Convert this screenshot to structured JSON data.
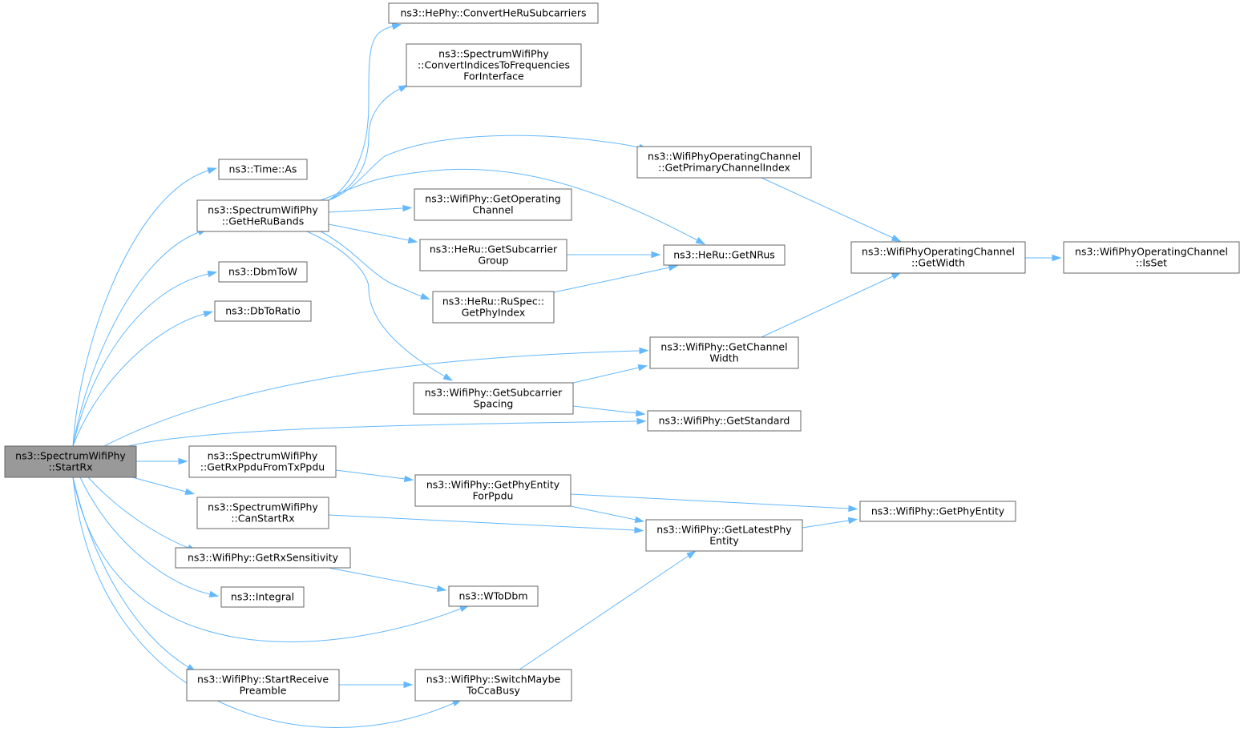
{
  "diagram": {
    "nodes": [
      {
        "id": "startrx",
        "lines": [
          "ns3::SpectrumWifiPhy",
          "::StartRx"
        ],
        "highlight": true
      },
      {
        "id": "time_as",
        "lines": [
          "ns3::Time::As"
        ]
      },
      {
        "id": "getherubands",
        "lines": [
          "ns3::SpectrumWifiPhy",
          "::GetHeRuBands"
        ]
      },
      {
        "id": "dbmtow",
        "lines": [
          "ns3::DbmToW"
        ]
      },
      {
        "id": "dbtoratio",
        "lines": [
          "ns3::DbToRatio"
        ]
      },
      {
        "id": "getrxppdu",
        "lines": [
          "ns3::SpectrumWifiPhy",
          "::GetRxPpduFromTxPpdu"
        ]
      },
      {
        "id": "canstartrx",
        "lines": [
          "ns3::SpectrumWifiPhy",
          "::CanStartRx"
        ]
      },
      {
        "id": "getrxsens",
        "lines": [
          "ns3::WifiPhy::GetRxSensitivity"
        ]
      },
      {
        "id": "integral",
        "lines": [
          "ns3::Integral"
        ]
      },
      {
        "id": "startrecvpre",
        "lines": [
          "ns3::WifiPhy::StartReceive",
          "Preamble"
        ]
      },
      {
        "id": "convertherusub",
        "lines": [
          "ns3::HePhy::ConvertHeRuSubcarriers"
        ]
      },
      {
        "id": "convertindices",
        "lines": [
          "ns3::SpectrumWifiPhy",
          "::ConvertIndicesToFrequencies",
          "ForInterface"
        ]
      },
      {
        "id": "getoperating",
        "lines": [
          "ns3::WifiPhy::GetOperating",
          "Channel"
        ]
      },
      {
        "id": "getsubgroup",
        "lines": [
          "ns3::HeRu::GetSubcarrier",
          "Group"
        ]
      },
      {
        "id": "getphyindex",
        "lines": [
          "ns3::HeRu::RuSpec::",
          "GetPhyIndex"
        ]
      },
      {
        "id": "getsubspacing",
        "lines": [
          "ns3::WifiPhy::GetSubcarrier",
          "Spacing"
        ]
      },
      {
        "id": "getphyentppdu",
        "lines": [
          "ns3::WifiPhy::GetPhyEntity",
          "ForPpdu"
        ]
      },
      {
        "id": "wtodbm",
        "lines": [
          "ns3::WToDbm"
        ]
      },
      {
        "id": "switchcca",
        "lines": [
          "ns3::WifiPhy::SwitchMaybe",
          "ToCcaBusy"
        ]
      },
      {
        "id": "getprimidx",
        "lines": [
          "ns3::WifiPhyOperatingChannel",
          "::GetPrimaryChannelIndex"
        ]
      },
      {
        "id": "getnrus",
        "lines": [
          "ns3::HeRu::GetNRus"
        ]
      },
      {
        "id": "getchanwidth",
        "lines": [
          "ns3::WifiPhy::GetChannel",
          "Width"
        ]
      },
      {
        "id": "getstandard",
        "lines": [
          "ns3::WifiPhy::GetStandard"
        ]
      },
      {
        "id": "getlatestphy",
        "lines": [
          "ns3::WifiPhy::GetLatestPhy",
          "Entity"
        ]
      },
      {
        "id": "opchwidth",
        "lines": [
          "ns3::WifiPhyOperatingChannel",
          "::GetWidth"
        ]
      },
      {
        "id": "getphyentity",
        "lines": [
          "ns3::WifiPhy::GetPhyEntity"
        ]
      },
      {
        "id": "isset",
        "lines": [
          "ns3::WifiPhyOperatingChannel",
          "::IsSet"
        ]
      }
    ],
    "edges": [
      [
        "startrx",
        "time_as"
      ],
      [
        "startrx",
        "getherubands"
      ],
      [
        "startrx",
        "dbmtow"
      ],
      [
        "startrx",
        "dbtoratio"
      ],
      [
        "startrx",
        "getchanwidth"
      ],
      [
        "startrx",
        "getstandard"
      ],
      [
        "startrx",
        "getrxppdu"
      ],
      [
        "startrx",
        "canstartrx"
      ],
      [
        "startrx",
        "getrxsens"
      ],
      [
        "startrx",
        "integral"
      ],
      [
        "startrx",
        "wtodbm"
      ],
      [
        "startrx",
        "startrecvpre"
      ],
      [
        "startrx",
        "switchcca"
      ],
      [
        "getherubands",
        "convertherusub"
      ],
      [
        "getherubands",
        "convertindices"
      ],
      [
        "getherubands",
        "getprimidx"
      ],
      [
        "getherubands",
        "getnrus"
      ],
      [
        "getherubands",
        "getoperating"
      ],
      [
        "getherubands",
        "getsubgroup"
      ],
      [
        "getherubands",
        "getphyindex"
      ],
      [
        "getherubands",
        "getsubspacing"
      ],
      [
        "getsubgroup",
        "getnrus"
      ],
      [
        "getphyindex",
        "getnrus"
      ],
      [
        "getsubspacing",
        "getchanwidth"
      ],
      [
        "getsubspacing",
        "getstandard"
      ],
      [
        "getprimidx",
        "opchwidth"
      ],
      [
        "getchanwidth",
        "opchwidth"
      ],
      [
        "opchwidth",
        "isset"
      ],
      [
        "getrxppdu",
        "getphyentppdu"
      ],
      [
        "getphyentppdu",
        "getphyentity"
      ],
      [
        "getphyentppdu",
        "getlatestphy"
      ],
      [
        "canstartrx",
        "getlatestphy"
      ],
      [
        "getlatestphy",
        "getphyentity"
      ],
      [
        "getrxsens",
        "wtodbm"
      ],
      [
        "startrecvpre",
        "switchcca"
      ],
      [
        "switchcca",
        "getlatestphy"
      ]
    ]
  }
}
